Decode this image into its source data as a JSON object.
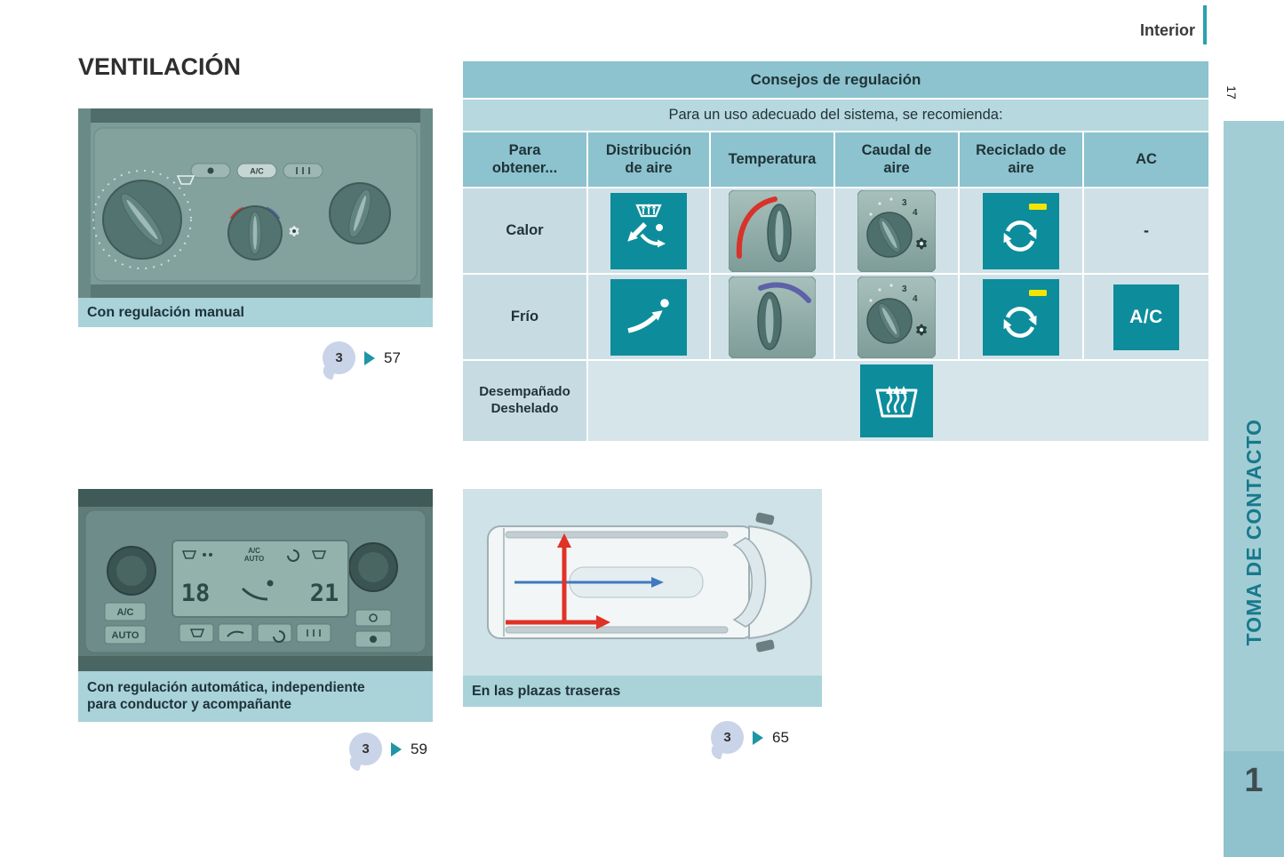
{
  "page": {
    "title": "VENTILACIÓN",
    "header_tab": "Interior",
    "page_number": "17",
    "sidebar_title": "TOMA DE CONTACTO",
    "chapter_number": "1"
  },
  "table": {
    "title": "Consejos de regulación",
    "subtitle": "Para un uso adecuado del sistema, se recomienda:",
    "columns": [
      "Para obtener...",
      "Distribución de aire",
      "Temperatura",
      "Caudal de aire",
      "Reciclado de aire",
      "AC"
    ],
    "rows": {
      "calor": {
        "label": "Calor",
        "ac_value": "-"
      },
      "frio": {
        "label": "Frío",
        "ac_value": "A/C"
      },
      "desempanado": {
        "label_line1": "Desempañado",
        "label_line2": "Deshelado"
      }
    },
    "fan_dial_marks": {
      "three": "3",
      "four": "4"
    }
  },
  "figures": {
    "manual": {
      "caption": "Con regulación manual",
      "ref_number": "3",
      "ref_page": "57",
      "panel_ac_label": "A/C"
    },
    "auto": {
      "caption_line1": "Con regulación automática, independiente",
      "caption_line2": "para conductor y acompañante",
      "ref_number": "3",
      "ref_page": "59",
      "display_left": "18",
      "display_right": "21",
      "display_ac_label": "A/C",
      "display_auto_label": "AUTO",
      "button_ac": "A/C",
      "button_auto": "AUTO"
    },
    "rear": {
      "caption": "En las plazas traseras",
      "ref_number": "3",
      "ref_page": "65"
    }
  },
  "colors": {
    "icon_teal": "#0d8c9c",
    "accent_bar_teal": "#2aa0ae",
    "caption_band": "#a9d2d9",
    "table_header": "#8cc3ce",
    "table_subheader": "#b7d8de",
    "cell_light": "#cfe1e6",
    "sidebar_teal": "#a3cdd5",
    "warm_arc_red": "#d7332a",
    "cold_arc_blue": "#5c61a8",
    "recirc_yellow": "#f3e500",
    "badge_lavender": "#c9d4e8"
  }
}
